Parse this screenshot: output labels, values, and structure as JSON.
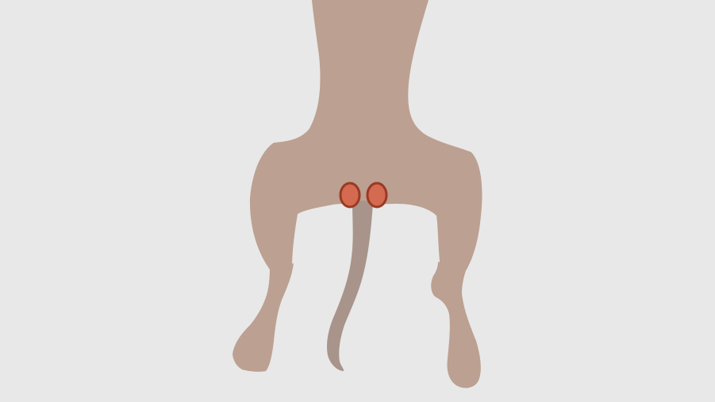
{
  "scene": {
    "background_color": "#e8e8e8",
    "body_color": "#bca092",
    "tail_color": "#a8948a",
    "gland_fill_color": "#d46a50",
    "gland_outline_color": "#9a3a24",
    "parts": [
      "torso",
      "left-hind-leg",
      "right-hind-leg",
      "tail",
      "left-gland",
      "right-gland"
    ]
  }
}
